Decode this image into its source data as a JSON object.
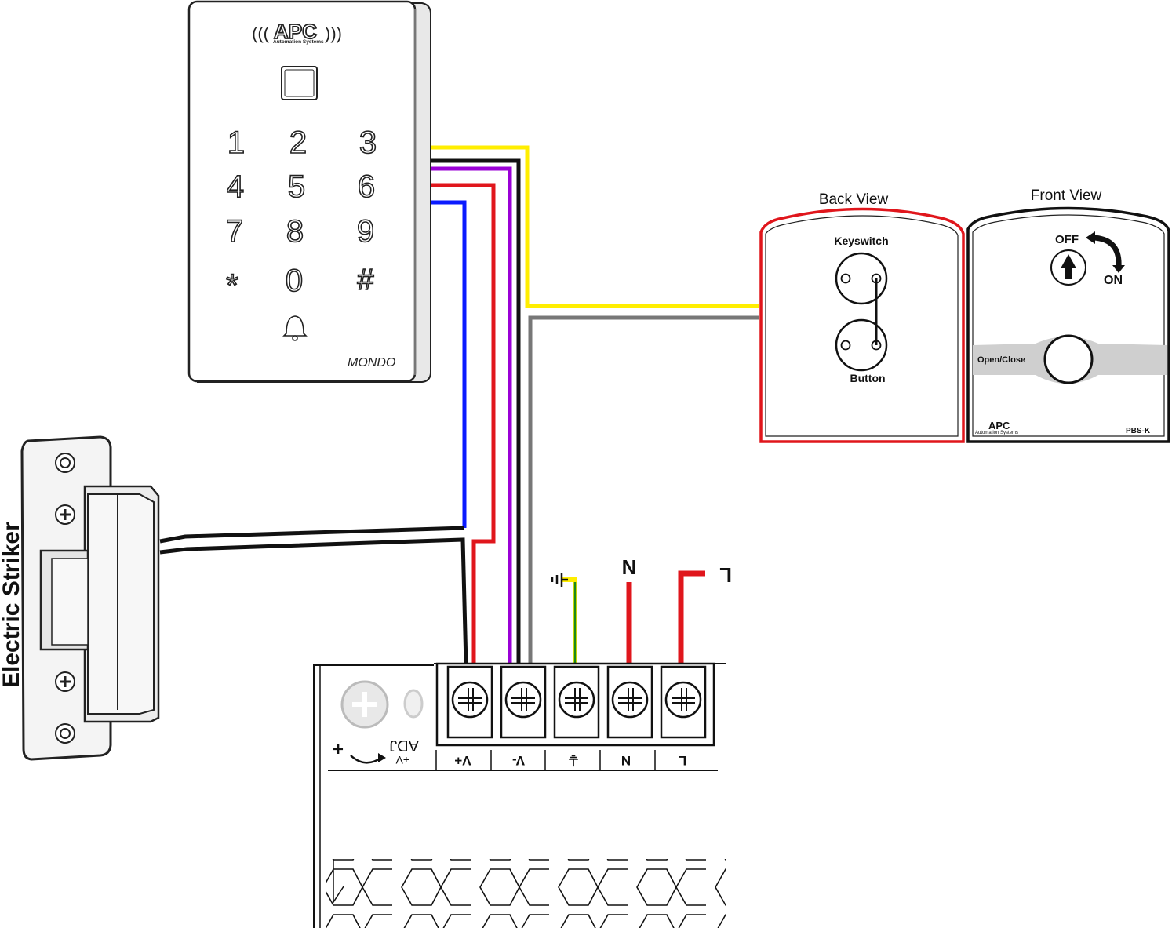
{
  "keypad": {
    "brand": "APC",
    "brand_sub": "Automation Systems",
    "keys": [
      "1",
      "2",
      "3",
      "4",
      "5",
      "6",
      "7",
      "8",
      "9",
      "*",
      "0",
      "#"
    ],
    "model": "MONDO"
  },
  "striker": {
    "label": "Electric Striker"
  },
  "switch_back": {
    "title": "Back View",
    "top_label": "Keyswitch",
    "bottom_label": "Button"
  },
  "switch_front": {
    "title": "Front View",
    "off_label": "OFF",
    "on_label": "ON",
    "button_label": "Open/Close",
    "brand": "APC",
    "brand_sub": "Automation Systems",
    "model": "PBS-K"
  },
  "psu": {
    "adj_label": "ADJ",
    "adj_sub": "+V",
    "plus_sign": "+",
    "terminals": [
      "V+",
      "V-",
      "⏚",
      "N",
      "L"
    ],
    "supply_labels": {
      "neutral": "N",
      "live": "L"
    }
  },
  "wire_colors": {
    "yellow": "#ffee00",
    "black": "#111111",
    "purple": "#9a00d6",
    "red": "#e0161c",
    "blue": "#0a1aff",
    "grey": "#777777",
    "green": "#1a8a1a"
  }
}
